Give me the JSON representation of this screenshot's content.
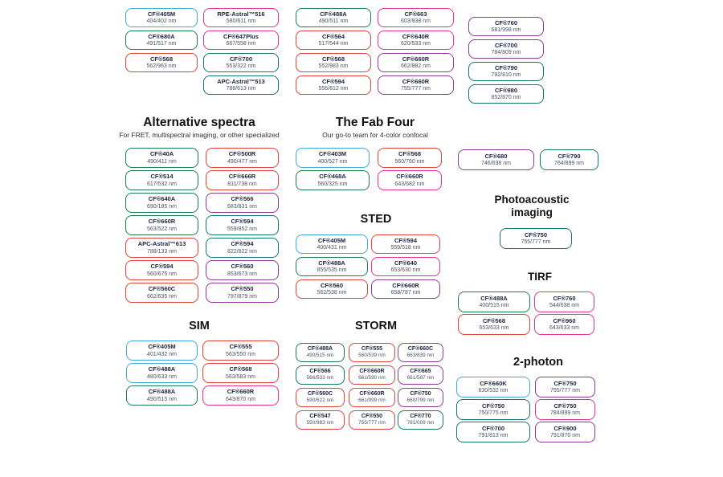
{
  "palette": {
    "blue": "#3fa9dc",
    "green": "#1e7b4e",
    "teal": "#14756b",
    "red": "#de4238",
    "pink": "#e5318f",
    "purple": "#8c3a94",
    "name_text": "#1c2340",
    "value_text": "#4d5260"
  },
  "sections": [
    {
      "id": "top-grid",
      "columns": [
        [
          {
            "name": "CF®405M",
            "value": "404/402 nm",
            "color": "blue"
          },
          {
            "name": "CF®680A",
            "value": "491/517 nm",
            "color": "green"
          },
          {
            "name": "CF®568",
            "value": "562/963 nm",
            "color": "red"
          }
        ],
        [
          {
            "name": "RPE-Astral™516",
            "value": "580/611 nm",
            "color": "pink"
          },
          {
            "name": "CF®647Plus",
            "value": "667/558 nm",
            "color": "pink"
          },
          {
            "name": "CF®700",
            "value": "553/322 nm",
            "color": "teal"
          },
          {
            "name": "APC-Astral™513",
            "value": "788/613 nm",
            "color": "teal"
          }
        ],
        [
          {
            "name": "CF®488A",
            "value": "490/511 nm",
            "color": "green"
          },
          {
            "name": "CF®564",
            "value": "517/544 nm",
            "color": "red"
          },
          {
            "name": "CF®568",
            "value": "552/983 nm",
            "color": "red"
          },
          {
            "name": "CF®594",
            "value": "556/812 nm",
            "color": "red"
          }
        ],
        [
          {
            "name": "CF®663",
            "value": "603/938 nm",
            "color": "pink"
          },
          {
            "name": "CF®640R",
            "value": "620/533 nm",
            "color": "pink"
          },
          {
            "name": "CF®660R",
            "value": "662/882 nm",
            "color": "purple"
          },
          {
            "name": "CF®660R",
            "value": "755/777 nm",
            "color": "purple"
          }
        ],
        [
          {
            "name": "CF®760",
            "value": "681/998 nm",
            "color": "purple"
          },
          {
            "name": "CF®700",
            "value": "784/809 nm",
            "color": "purple"
          },
          {
            "name": "CF®790",
            "value": "792/810 nm",
            "color": "teal"
          },
          {
            "name": "CF®980",
            "value": "852/870 nm",
            "color": "teal"
          }
        ]
      ]
    },
    {
      "id": "alternative-spectra",
      "title": "Alternative spectra",
      "subtitle": "For FRET, multispectral imaging, or other specialized",
      "columns": [
        [
          {
            "name": "CF®40A",
            "value": "490/411 nm",
            "color": "green"
          },
          {
            "name": "CF®514",
            "value": "617/532 nm",
            "color": "green"
          },
          {
            "name": "CF®640A",
            "value": "690/185 nm",
            "color": "green"
          },
          {
            "name": "CF®660R",
            "value": "563/522 nm",
            "color": "green"
          },
          {
            "name": "APC-Astral™613",
            "value": "788/133 nm",
            "color": "red"
          },
          {
            "name": "CF®594",
            "value": "560/675 nm",
            "color": "red"
          },
          {
            "name": "CF®560C",
            "value": "662/635 nm",
            "color": "red"
          }
        ],
        [
          {
            "name": "CF®500R",
            "value": "490/477 nm",
            "color": "red"
          },
          {
            "name": "CF®666R",
            "value": "811/738 nm",
            "color": "red"
          },
          {
            "name": "CF®566",
            "value": "683/831 nm",
            "color": "purple"
          },
          {
            "name": "CF®594",
            "value": "559/852 nm",
            "color": "teal"
          },
          {
            "name": "CF®594",
            "value": "822/822 nm",
            "color": "teal"
          },
          {
            "name": "CF®560",
            "value": "853/673 nm",
            "color": "purple"
          },
          {
            "name": "CF®550",
            "value": "797/879 nm",
            "color": "purple"
          }
        ]
      ]
    },
    {
      "id": "fab-four",
      "title": "The Fab Four",
      "subtitle": "Our go-to team for 4-color confocal",
      "columns": [
        [
          {
            "name": "CF®403M",
            "value": "400/527 nm",
            "color": "blue"
          },
          {
            "name": "CF®468A",
            "value": "560/325 nm",
            "color": "green"
          }
        ],
        [
          {
            "name": "CF®568",
            "value": "560/760 nm",
            "color": "red"
          },
          {
            "name": "CF®660R",
            "value": "643/682 nm",
            "color": "pink"
          }
        ]
      ]
    },
    {
      "id": "right-pair",
      "columns": [
        [
          {
            "name": "CF®680",
            "value": "746/638 nm",
            "color": "purple"
          }
        ],
        [
          {
            "name": "CF®790",
            "value": "764/899 nm",
            "color": "teal"
          }
        ]
      ]
    },
    {
      "id": "photoacoustic",
      "title": "Photoacoustic\nimaging",
      "columns": [
        [
          {
            "name": "CF®750",
            "value": "755/777 nm",
            "color": "teal"
          }
        ]
      ]
    },
    {
      "id": "sted",
      "title": "STED",
      "columns": [
        [
          {
            "name": "CF®405M",
            "value": "400/431 nm",
            "color": "blue"
          },
          {
            "name": "CF®488A",
            "value": "855/535 nm",
            "color": "green"
          },
          {
            "name": "CF®560",
            "value": "562/538 nm",
            "color": "red"
          }
        ],
        [
          {
            "name": "CF®594",
            "value": "559/518 nm",
            "color": "red"
          },
          {
            "name": "CF®640",
            "value": "653/630 nm",
            "color": "pink"
          },
          {
            "name": "CF®660R",
            "value": "658/787 nm",
            "color": "purple"
          }
        ]
      ]
    },
    {
      "id": "sim",
      "title": "SIM",
      "columns": [
        [
          {
            "name": "CF®405M",
            "value": "401/432 nm",
            "color": "blue"
          },
          {
            "name": "CF®488A",
            "value": "480/633 nm",
            "color": "blue"
          },
          {
            "name": "CF®488A",
            "value": "490/515 nm",
            "color": "green"
          }
        ],
        [
          {
            "name": "CF®555",
            "value": "563/550 nm",
            "color": "red"
          },
          {
            "name": "CF®568",
            "value": "563/583 nm",
            "color": "red"
          },
          {
            "name": "CF®660R",
            "value": "643/870 nm",
            "color": "pink"
          }
        ]
      ]
    },
    {
      "id": "storm",
      "title": "STORM",
      "columns": [
        [
          {
            "name": "CF®488A",
            "value": "490/515 nm",
            "color": "green"
          },
          {
            "name": "CF®566",
            "value": "566/533 nm",
            "color": "teal"
          },
          {
            "name": "CF®560C",
            "value": "590/622 nm",
            "color": "red"
          },
          {
            "name": "CF®547",
            "value": "550/983 nm",
            "color": "red"
          }
        ],
        [
          {
            "name": "CF®555",
            "value": "560/539 nm",
            "color": "red"
          },
          {
            "name": "CF®660R",
            "value": "661/590 nm",
            "color": "red"
          },
          {
            "name": "CF®660R",
            "value": "661/999 nm",
            "color": "red"
          },
          {
            "name": "CF®550",
            "value": "755/777 nm",
            "color": "red"
          }
        ],
        [
          {
            "name": "CF®660C",
            "value": "663/839 nm",
            "color": "purple"
          },
          {
            "name": "CF®665",
            "value": "661/587 nm",
            "color": "purple"
          },
          {
            "name": "CF®750",
            "value": "660/799 nm",
            "color": "purple"
          },
          {
            "name": "CF®770",
            "value": "781/009 nm",
            "color": "teal"
          }
        ]
      ]
    },
    {
      "id": "tirf",
      "title": "TIRF",
      "columns": [
        [
          {
            "name": "CF®488A",
            "value": "400/515 nm",
            "color": "green"
          },
          {
            "name": "CF®568",
            "value": "653/633 nm",
            "color": "red"
          }
        ],
        [
          {
            "name": "CF®760",
            "value": "544/638 nm",
            "color": "pink"
          },
          {
            "name": "CF®960",
            "value": "643/633 nm",
            "color": "pink"
          }
        ]
      ]
    },
    {
      "id": "two-photon",
      "title": "2-photon",
      "columns": [
        [
          {
            "name": "CF®660K",
            "value": "630/532 nm",
            "color": "blue"
          },
          {
            "name": "CF®750",
            "value": "750/775 nm",
            "color": "teal"
          },
          {
            "name": "CF®700",
            "value": "791/813 nm",
            "color": "teal"
          }
        ],
        [
          {
            "name": "CF®750",
            "value": "755/777 nm",
            "color": "purple"
          },
          {
            "name": "CF®750",
            "value": "784/899 nm",
            "color": "pink"
          },
          {
            "name": "CF®900",
            "value": "791/870 nm",
            "color": "purple"
          }
        ]
      ]
    }
  ]
}
